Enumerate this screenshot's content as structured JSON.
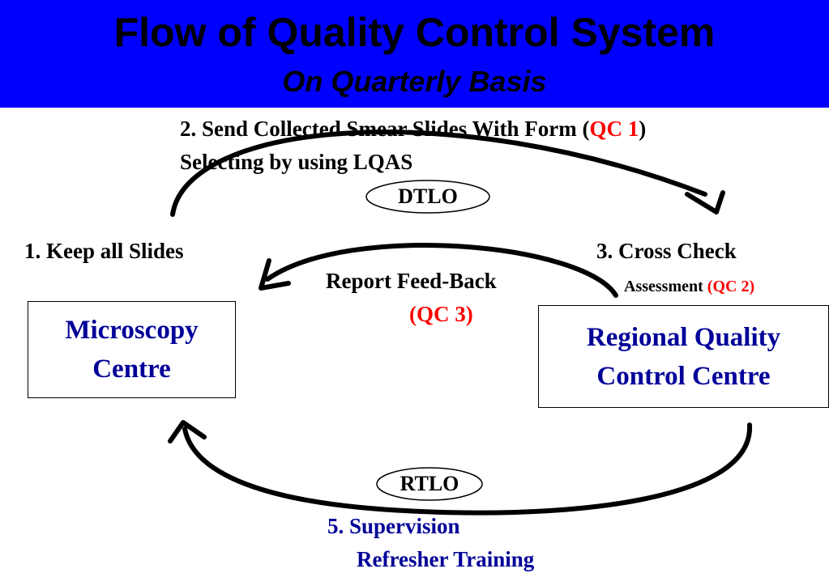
{
  "header": {
    "title": "Flow of Quality Control System",
    "subtitle": "On Quarterly Basis"
  },
  "steps": {
    "step2_prefix": "2. Send Collected Smear Slides With Form (",
    "step2_qc": "QC 1",
    "step2_suffix": ")",
    "step2_line2": "Selecting by using LQAS",
    "step1": "1. Keep all Slides",
    "step3": "3. Cross Check",
    "step3_sub": "Assessment ",
    "step3_qc": "(QC 2)",
    "feedback": "Report Feed-Back",
    "feedback_qc": "(QC 3)",
    "step5_line1": "5. Supervision",
    "step5_line2": "Refresher Training"
  },
  "nodes": {
    "microscopy_line1": "Microscopy",
    "microscopy_line2": "Centre",
    "regional_line1": "Regional Quality",
    "regional_line2": "Control Centre"
  },
  "ovals": {
    "dtlo": "DTLO",
    "rtlo": "RTLO"
  },
  "colors": {
    "banner": "#0000ff",
    "qc_label": "#ff0000",
    "node_text": "#000099"
  }
}
